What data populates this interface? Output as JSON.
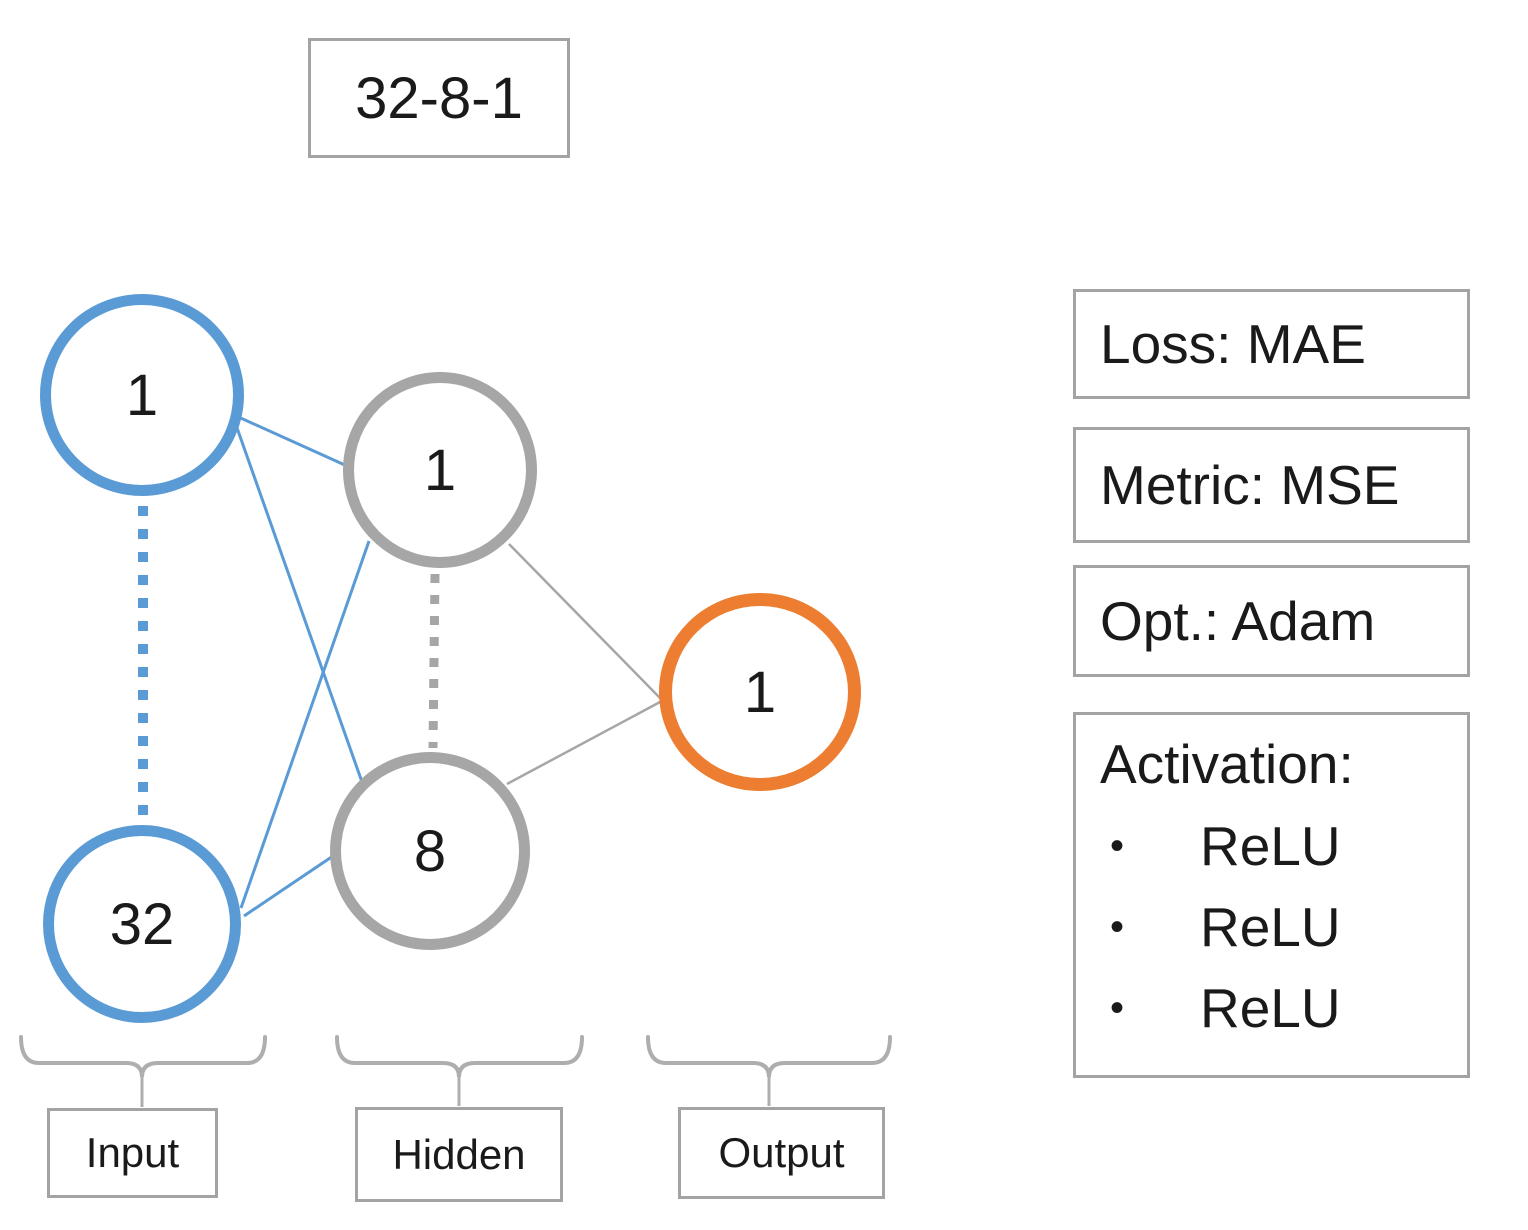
{
  "title": "32-8-1",
  "palette": {
    "input_blue": "#5B9BD5",
    "hidden_gray": "#A6A6A6",
    "output_orange": "#ED7D31",
    "box_border_gray": "#A3A3A3",
    "text": "#1A1A1A"
  },
  "network": {
    "input_layer": {
      "top_node": "1",
      "bottom_node": "32"
    },
    "hidden_layer": {
      "top_node": "1",
      "bottom_node": "8"
    },
    "output_layer": {
      "node": "1"
    }
  },
  "layer_labels": {
    "input": "Input",
    "hidden": "Hidden",
    "output": "Output"
  },
  "info_panel": {
    "loss": "Loss: MAE",
    "metric": "Metric: MSE",
    "optimizer": "Opt.: Adam",
    "activation_heading": "Activation:",
    "activations": [
      "ReLU",
      "ReLU",
      "ReLU"
    ]
  }
}
